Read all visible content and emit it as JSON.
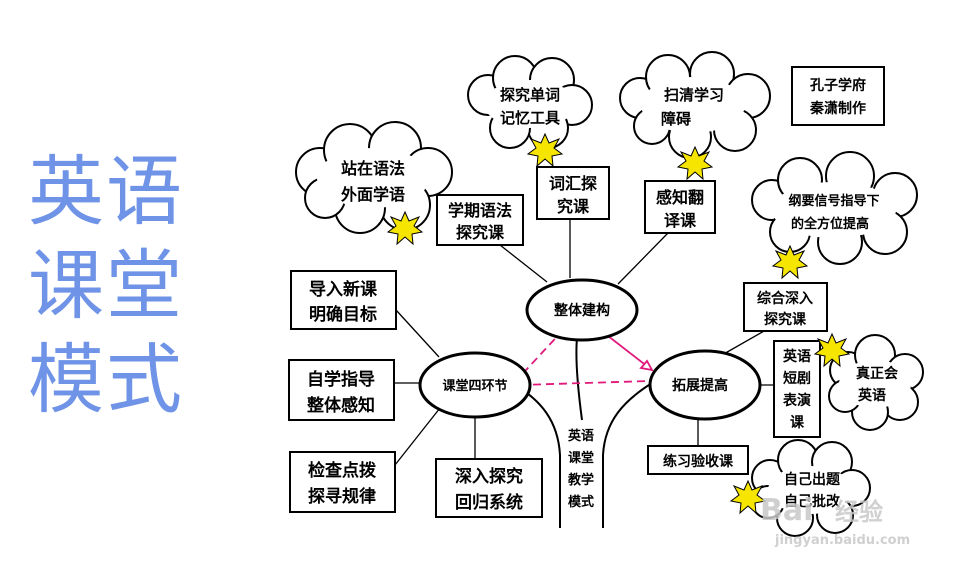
{
  "title": {
    "line1": "英语",
    "line2": "课堂",
    "line3": "模式"
  },
  "credit": {
    "line1": "孔子学府",
    "line2": "秦潇制作"
  },
  "trunk": {
    "c1": "英语",
    "c2": "课堂",
    "c3": "教学",
    "c4": "模式"
  },
  "hubs": {
    "top": "整体建构",
    "left": "课堂四环节",
    "right": "拓展提高"
  },
  "boxes": {
    "grammar": [
      "学期语法",
      "探究课"
    ],
    "vocab": [
      "词汇探",
      "究课"
    ],
    "translate": [
      "感知翻",
      "译课"
    ],
    "intro": [
      "导入新课",
      "明确目标"
    ],
    "selfstudy": [
      "自学指导",
      "整体感知"
    ],
    "check": [
      "检查点拨",
      "探寻规律"
    ],
    "deep": [
      "深入探究",
      "回归系统"
    ],
    "integrated": [
      "综合深入",
      "探究课"
    ],
    "drama": [
      "英语",
      "短剧",
      "表演",
      "课"
    ],
    "practice": [
      "练习验收课"
    ]
  },
  "clouds": {
    "grammar_out": [
      "站在语法",
      "外面学语"
    ],
    "vocab_tool": [
      "探究单词",
      "记忆工具"
    ],
    "clear": [
      "扫清学习",
      "障碍"
    ],
    "guide": [
      "纲要信号指导下",
      "的全方位提高"
    ],
    "real": [
      "真正会",
      "英语"
    ],
    "selfmade": [
      "自己出题",
      "自己批改"
    ]
  },
  "watermark": {
    "brand": "Bai",
    "brand_cn": "经验",
    "url": "jingyan.baidu.com"
  },
  "colors": {
    "title": "#6f93e6",
    "arrow": "#e0197a",
    "burst": "#f5e500"
  }
}
